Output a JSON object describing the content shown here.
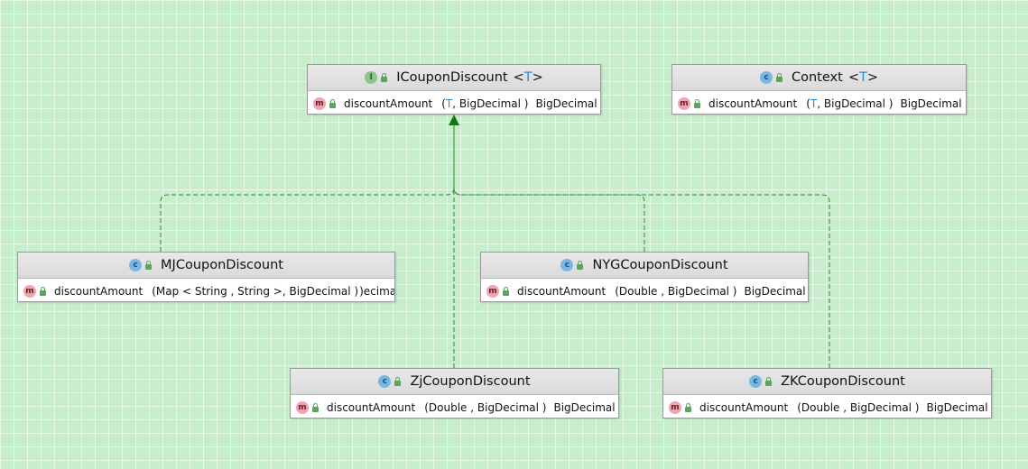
{
  "diagram": {
    "nodes": [
      {
        "id": "icoupon",
        "kind": "interface",
        "badge": "I",
        "name": "ICouponDiscount",
        "type_param": "T",
        "method": {
          "badge": "m",
          "name": "discountAmount",
          "params_open": "(",
          "param_type": "T",
          "params_rest": ", BigDecimal )",
          "return_type": "BigDecimal"
        }
      },
      {
        "id": "context",
        "kind": "class",
        "badge": "c",
        "name": "Context",
        "type_param": "T",
        "method": {
          "badge": "m",
          "name": "discountAmount",
          "params_open": "(",
          "param_type": "T",
          "params_rest": ", BigDecimal )",
          "return_type": "BigDecimal"
        }
      },
      {
        "id": "mj",
        "kind": "class",
        "badge": "c",
        "name": "MJCouponDiscount",
        "method": {
          "badge": "m",
          "name": "discountAmount",
          "params_open": "(",
          "param_type": "",
          "params_rest": "Map < String , String >, BigDecimal )",
          "return_type": ")ecimal"
        }
      },
      {
        "id": "nyg",
        "kind": "class",
        "badge": "c",
        "name": "NYGCouponDiscount",
        "method": {
          "badge": "m",
          "name": "discountAmount",
          "params_open": "(",
          "param_type": "",
          "params_rest": "Double , BigDecimal )",
          "return_type": "BigDecimal"
        }
      },
      {
        "id": "zj",
        "kind": "class",
        "badge": "c",
        "name": "ZjCouponDiscount",
        "method": {
          "badge": "m",
          "name": "discountAmount",
          "params_open": "(",
          "param_type": "",
          "params_rest": "Double , BigDecimal )",
          "return_type": "BigDecimal"
        }
      },
      {
        "id": "zk",
        "kind": "class",
        "badge": "c",
        "name": "ZKCouponDiscount",
        "method": {
          "badge": "m",
          "name": "discountAmount",
          "params_open": "(",
          "param_type": "",
          "params_rest": "Double , BigDecimal )",
          "return_type": "BigDecimal"
        }
      }
    ],
    "edges": [
      {
        "from": "mj",
        "to": "icoupon",
        "type": "implements"
      },
      {
        "from": "nyg",
        "to": "icoupon",
        "type": "implements"
      },
      {
        "from": "zj",
        "to": "icoupon",
        "type": "implements"
      },
      {
        "from": "zk",
        "to": "icoupon",
        "type": "implements"
      }
    ],
    "colors": {
      "background": "#c7edcc",
      "edge": "#2e8b2e",
      "class_badge": "#79b7e3",
      "interface_badge": "#8ec48a",
      "method_badge": "#f2a4ae",
      "type_param": "#2a8ccf"
    }
  }
}
